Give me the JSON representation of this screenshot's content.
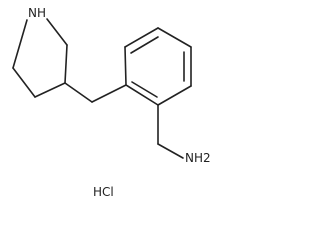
{
  "structure": {
    "atom_labels": {
      "pyrrolidine_nitrogen": "NH",
      "amine_group": "NH2"
    },
    "salt_label": "HCl",
    "colors": {
      "bond": "#222222",
      "text": "#222222",
      "background": "#ffffff"
    }
  }
}
